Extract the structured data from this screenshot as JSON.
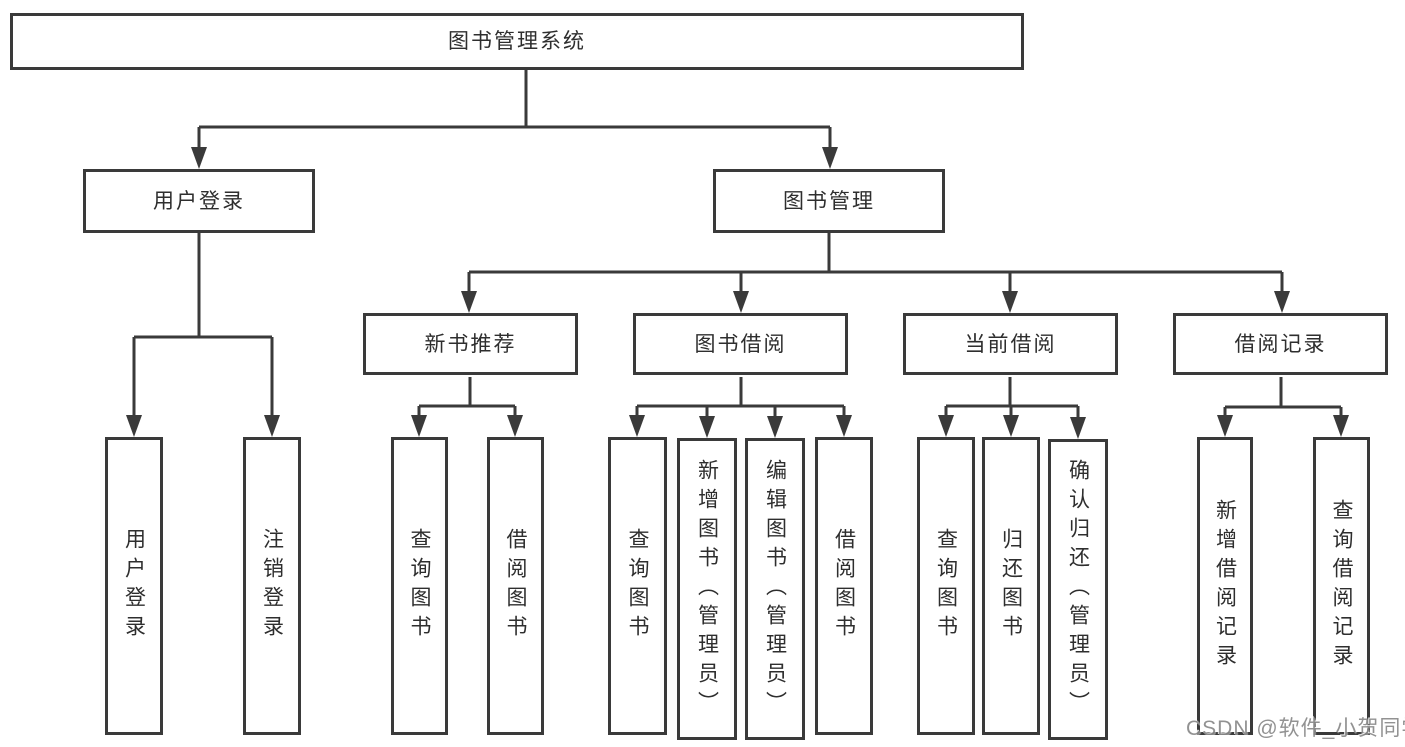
{
  "colors": {
    "line": "#3a3a3a",
    "box_border": "#3a3a3a",
    "box_background": "#ffffff",
    "text": "#2e2e2e",
    "watermark": "#868686",
    "page_background": "#ffffff"
  },
  "watermark": {
    "text": "CSDN @软件_小贺同学"
  },
  "tree": {
    "root": "图书管理系统",
    "branches": [
      {
        "label": "用户登录",
        "children": [
          "用户登录",
          "注销登录"
        ]
      },
      {
        "label": "图书管理",
        "children": [
          {
            "label": "新书推荐",
            "children": [
              "查询图书",
              "借阅图书"
            ]
          },
          {
            "label": "图书借阅",
            "children": [
              "查询图书",
              "新增图书（管理员）",
              "编辑图书（管理员）",
              "借阅图书"
            ]
          },
          {
            "label": "当前借阅",
            "children": [
              "查询图书",
              "归还图书",
              "确认归还（管理员）"
            ]
          },
          {
            "label": "借阅记录",
            "children": [
              "新增借阅记录",
              "查询借阅记录"
            ]
          }
        ]
      }
    ]
  }
}
